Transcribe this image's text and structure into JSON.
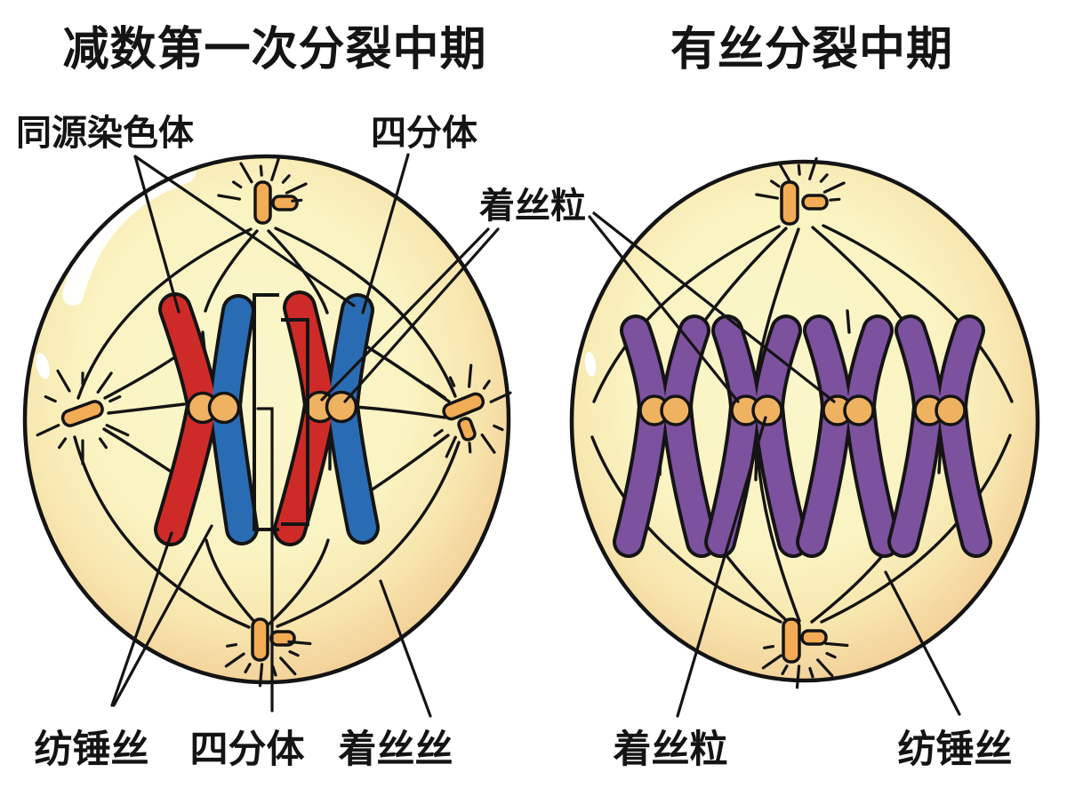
{
  "titles": {
    "left": "减数第一次分裂中期",
    "right": "有丝分裂中期"
  },
  "labels": {
    "homologous_chromosome": "同源染色体",
    "tetrad_top": "四分体",
    "centromere_top": "着丝粒",
    "spindle_fiber_bottom_left": "纺锤丝",
    "tetrad_bottom": "四分体",
    "spindle_attachment_bottom": "着丝丝",
    "centromere_bottom_right_cell": "着丝粒",
    "spindle_fiber_bottom_right": "纺锤丝"
  },
  "colors": {
    "background": "#FFFFFF",
    "outline": "#141414",
    "cell_fill_center": "#FBF7CB",
    "cell_fill_edge": "#F0CD92",
    "chromatid_red": "#CE2B28",
    "chromatid_blue": "#2A6CB3",
    "chromosome_purple": "#7C519E",
    "centromere_orange": "#EFB261",
    "centriole_orange": "#F2AC55"
  },
  "left_cell": {
    "bivalent_count": 2,
    "chromatid_colors": [
      "red",
      "blue"
    ],
    "centromeres_per_bivalent": 2,
    "aster_count": 4
  },
  "right_cell": {
    "chromosome_count": 4,
    "chromosome_color": "purple",
    "centromeres_per_chromosome": 2,
    "aster_count": 2
  }
}
